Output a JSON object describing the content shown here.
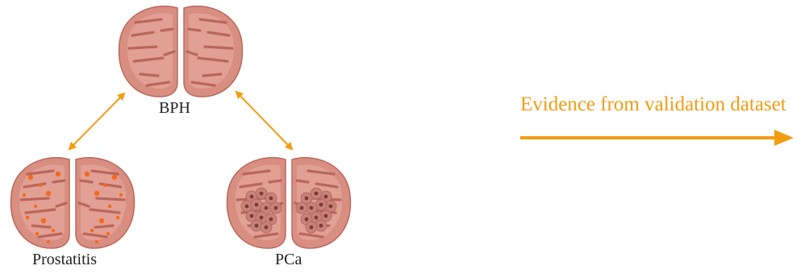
{
  "labels": {
    "bph": "BPH",
    "prostatitis": "Prostatitis",
    "pca": "PCa",
    "evidence": "Evidence from validation dataset"
  },
  "colors": {
    "gland_fill": "#d98e82",
    "gland_inner": "#e8aba0",
    "gland_outline": "#b9685c",
    "streak": "#b45d52",
    "inflammation_dot": "#f26a20",
    "tumor_cell": "#c98278",
    "tumor_nucleus": "#7d3a34",
    "arrow": "#f39c12",
    "text": "#222222"
  },
  "icons": {
    "bph": "prostate-gland-bph-icon",
    "prostatitis": "prostate-gland-inflamed-icon",
    "pca": "prostate-gland-tumor-icon"
  }
}
